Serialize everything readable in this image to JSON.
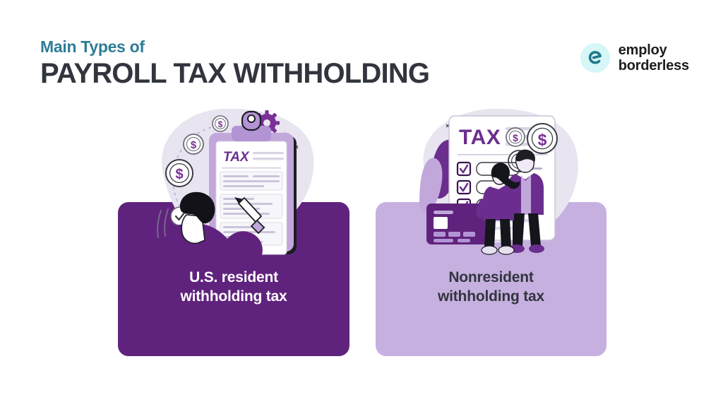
{
  "header": {
    "eyebrow": "Main Types of",
    "title": "PAYROLL TAX WITHHOLDING",
    "eyebrow_color": "#2E7D96",
    "title_color": "#32353E"
  },
  "logo": {
    "mark_letter": "e",
    "mark_bg_color": "#D6F6F7",
    "mark_letter_color": "#1F7A8C",
    "line1": "employ",
    "line2": "borderless",
    "text_color": "#1D1D1F"
  },
  "cards": [
    {
      "id": "us-resident",
      "label": "U.S. resident\nwithholding tax",
      "bg_color": "#60237D",
      "text_color": "#FFFFFF",
      "illustration": {
        "name": "clipboard-tax-form-person-illustration",
        "form_heading": "TAX",
        "elements": [
          "dollar-coin",
          "dollar-coin",
          "dollar-coin",
          "check-circle",
          "gear-icon",
          "clipboard",
          "person-writing",
          "pen"
        ]
      }
    },
    {
      "id": "nonresident",
      "label": "Nonresident\nwithholding tax",
      "bg_color": "#C5B0E0",
      "text_color": "#32353E",
      "illustration": {
        "name": "tax-checklist-couple-credit-card-illustration",
        "form_heading": "TAX",
        "elements": [
          "dollar-coin",
          "dollar-coin",
          "dollar-coin",
          "checkbox-checked",
          "checkbox-checked",
          "checkbox-checked",
          "credit-card",
          "couple-figures"
        ]
      }
    }
  ],
  "palette": {
    "dark_purple": "#60237D",
    "mid_purple": "#7E3F9D",
    "light_purple": "#C5B0E0",
    "pale_lavender": "#E8E4F0",
    "teal": "#2E7D96",
    "ink": "#32353E",
    "white": "#FFFFFF"
  }
}
